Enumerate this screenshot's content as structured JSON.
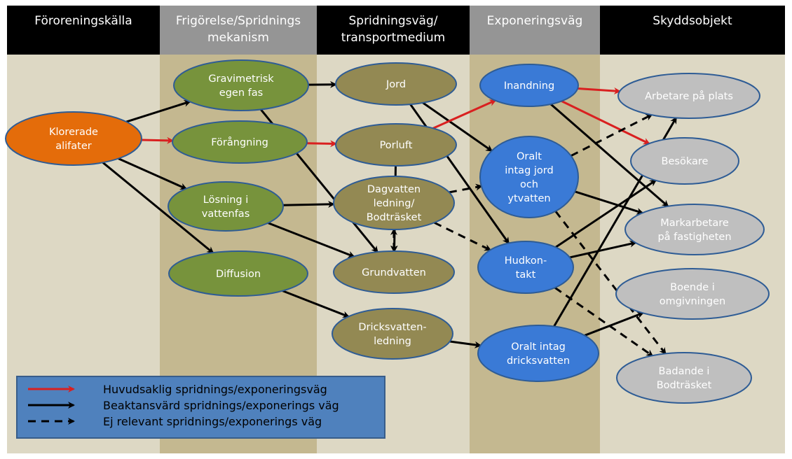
{
  "headers": [
    {
      "id": "h1",
      "lines": [
        "Föroreningskälla"
      ]
    },
    {
      "id": "h2",
      "lines": [
        "Frigörelse/Spridnings",
        "mekanism"
      ]
    },
    {
      "id": "h3",
      "lines": [
        "Spridningsväg/",
        "transportmedium"
      ]
    },
    {
      "id": "h4",
      "lines": [
        "Exponeringsväg"
      ]
    },
    {
      "id": "h5",
      "lines": [
        "Skyddsobjekt"
      ]
    }
  ],
  "nodes": [
    {
      "id": "klorerade",
      "lines": [
        "Klorerade",
        "alifater"
      ],
      "kind": "source"
    },
    {
      "id": "gravimetrisk",
      "lines": [
        "Gravimetrisk",
        "egen fas"
      ],
      "kind": "mechanism"
    },
    {
      "id": "forangning",
      "lines": [
        "Förångning"
      ],
      "kind": "mechanism"
    },
    {
      "id": "losning",
      "lines": [
        "Lösning i",
        "vattenfas"
      ],
      "kind": "mechanism"
    },
    {
      "id": "diffusion",
      "lines": [
        "Diffusion"
      ],
      "kind": "mechanism"
    },
    {
      "id": "jord",
      "lines": [
        "Jord"
      ],
      "kind": "medium"
    },
    {
      "id": "porluft",
      "lines": [
        "Porluft"
      ],
      "kind": "medium"
    },
    {
      "id": "dagvatten",
      "lines": [
        "Dagvatten",
        "ledning/",
        "Bodträsket"
      ],
      "kind": "medium"
    },
    {
      "id": "grundvatten",
      "lines": [
        "Grundvatten"
      ],
      "kind": "medium"
    },
    {
      "id": "dricksvattenledning",
      "lines": [
        "Dricksvatten-",
        "ledning"
      ],
      "kind": "medium"
    },
    {
      "id": "inandning",
      "lines": [
        "Inandning"
      ],
      "kind": "exposure"
    },
    {
      "id": "oralt_jord",
      "lines": [
        "Oralt",
        "intag jord",
        "och",
        "ytvatten"
      ],
      "kind": "exposure"
    },
    {
      "id": "hudkontakt",
      "lines": [
        "Hudkon-",
        "takt"
      ],
      "kind": "exposure"
    },
    {
      "id": "oralt_dricks",
      "lines": [
        "Oralt intag",
        "dricksvatten"
      ],
      "kind": "exposure"
    },
    {
      "id": "arbetare",
      "lines": [
        "Arbetare på plats"
      ],
      "kind": "receptor"
    },
    {
      "id": "besokare",
      "lines": [
        "Besökare"
      ],
      "kind": "receptor"
    },
    {
      "id": "markarbetare",
      "lines": [
        "Markarbetare",
        "på fastigheten"
      ],
      "kind": "receptor"
    },
    {
      "id": "boende",
      "lines": [
        "Boende i",
        "omgivningen"
      ],
      "kind": "receptor"
    },
    {
      "id": "badande",
      "lines": [
        "Badande i",
        "Bodträsket"
      ],
      "kind": "receptor"
    }
  ],
  "edges": [
    {
      "from": "klorerade",
      "to": "gravimetrisk",
      "style": "significant"
    },
    {
      "from": "klorerade",
      "to": "forangning",
      "style": "main"
    },
    {
      "from": "klorerade",
      "to": "losning",
      "style": "significant"
    },
    {
      "from": "klorerade",
      "to": "diffusion",
      "style": "significant"
    },
    {
      "from": "gravimetrisk",
      "to": "jord",
      "style": "significant"
    },
    {
      "from": "gravimetrisk",
      "to": "grundvatten",
      "style": "significant"
    },
    {
      "from": "forangning",
      "to": "porluft",
      "style": "main"
    },
    {
      "from": "losning",
      "to": "dagvatten",
      "style": "significant"
    },
    {
      "from": "losning",
      "to": "grundvatten",
      "style": "significant"
    },
    {
      "from": "diffusion",
      "to": "dricksvattenledning",
      "style": "significant"
    },
    {
      "from": "porluft",
      "to": "grundvatten",
      "style": "significant"
    },
    {
      "from": "dagvatten",
      "to": "grundvatten",
      "style": "not_relevant"
    },
    {
      "from": "grundvatten",
      "to": "dagvatten",
      "style": "not_relevant"
    },
    {
      "from": "jord",
      "to": "oralt_jord",
      "style": "significant"
    },
    {
      "from": "jord",
      "to": "hudkontakt",
      "style": "significant"
    },
    {
      "from": "porluft",
      "to": "inandning",
      "style": "main"
    },
    {
      "from": "dagvatten",
      "to": "oralt_jord",
      "style": "not_relevant"
    },
    {
      "from": "dagvatten",
      "to": "hudkontakt",
      "style": "not_relevant"
    },
    {
      "from": "dricksvattenledning",
      "to": "oralt_dricks",
      "style": "significant"
    },
    {
      "from": "inandning",
      "to": "arbetare",
      "style": "main"
    },
    {
      "from": "inandning",
      "to": "besokare",
      "style": "main"
    },
    {
      "from": "inandning",
      "to": "markarbetare",
      "style": "significant"
    },
    {
      "from": "oralt_jord",
      "to": "arbetare",
      "style": "not_relevant"
    },
    {
      "from": "oralt_jord",
      "to": "markarbetare",
      "style": "significant"
    },
    {
      "from": "oralt_jord",
      "to": "badande",
      "style": "not_relevant"
    },
    {
      "from": "hudkontakt",
      "to": "besokare",
      "style": "significant"
    },
    {
      "from": "hudkontakt",
      "to": "markarbetare",
      "style": "significant"
    },
    {
      "from": "hudkontakt",
      "to": "badande",
      "style": "not_relevant"
    },
    {
      "from": "oralt_dricks",
      "to": "arbetare",
      "style": "significant"
    },
    {
      "from": "oralt_dricks",
      "to": "boende",
      "style": "significant"
    }
  ],
  "legend": [
    {
      "style": "main",
      "label": "Huvudsaklig spridnings/exponeringsväg"
    },
    {
      "style": "significant",
      "label": "Beaktansvärd spridnings/exponerings väg"
    },
    {
      "style": "not_relevant",
      "label": "Ej relevant spridnings/exponerings väg"
    }
  ],
  "colors": {
    "header_dark": "#000000",
    "header_grey": "#959595",
    "band_light": "#ddd8c4",
    "band_dark": "#c4b890",
    "source": "#e46c0a",
    "mechanism": "#77933c",
    "medium": "#938953",
    "exposure": "#3a7ad6",
    "receptor": "#bfbfbf",
    "node_border": "#2e5c95",
    "arrow_main": "#d92020",
    "arrow_other": "#000000",
    "legend_bg": "#4f81bd",
    "text_light": "#ffffff",
    "text_dark": "#ffffff"
  }
}
